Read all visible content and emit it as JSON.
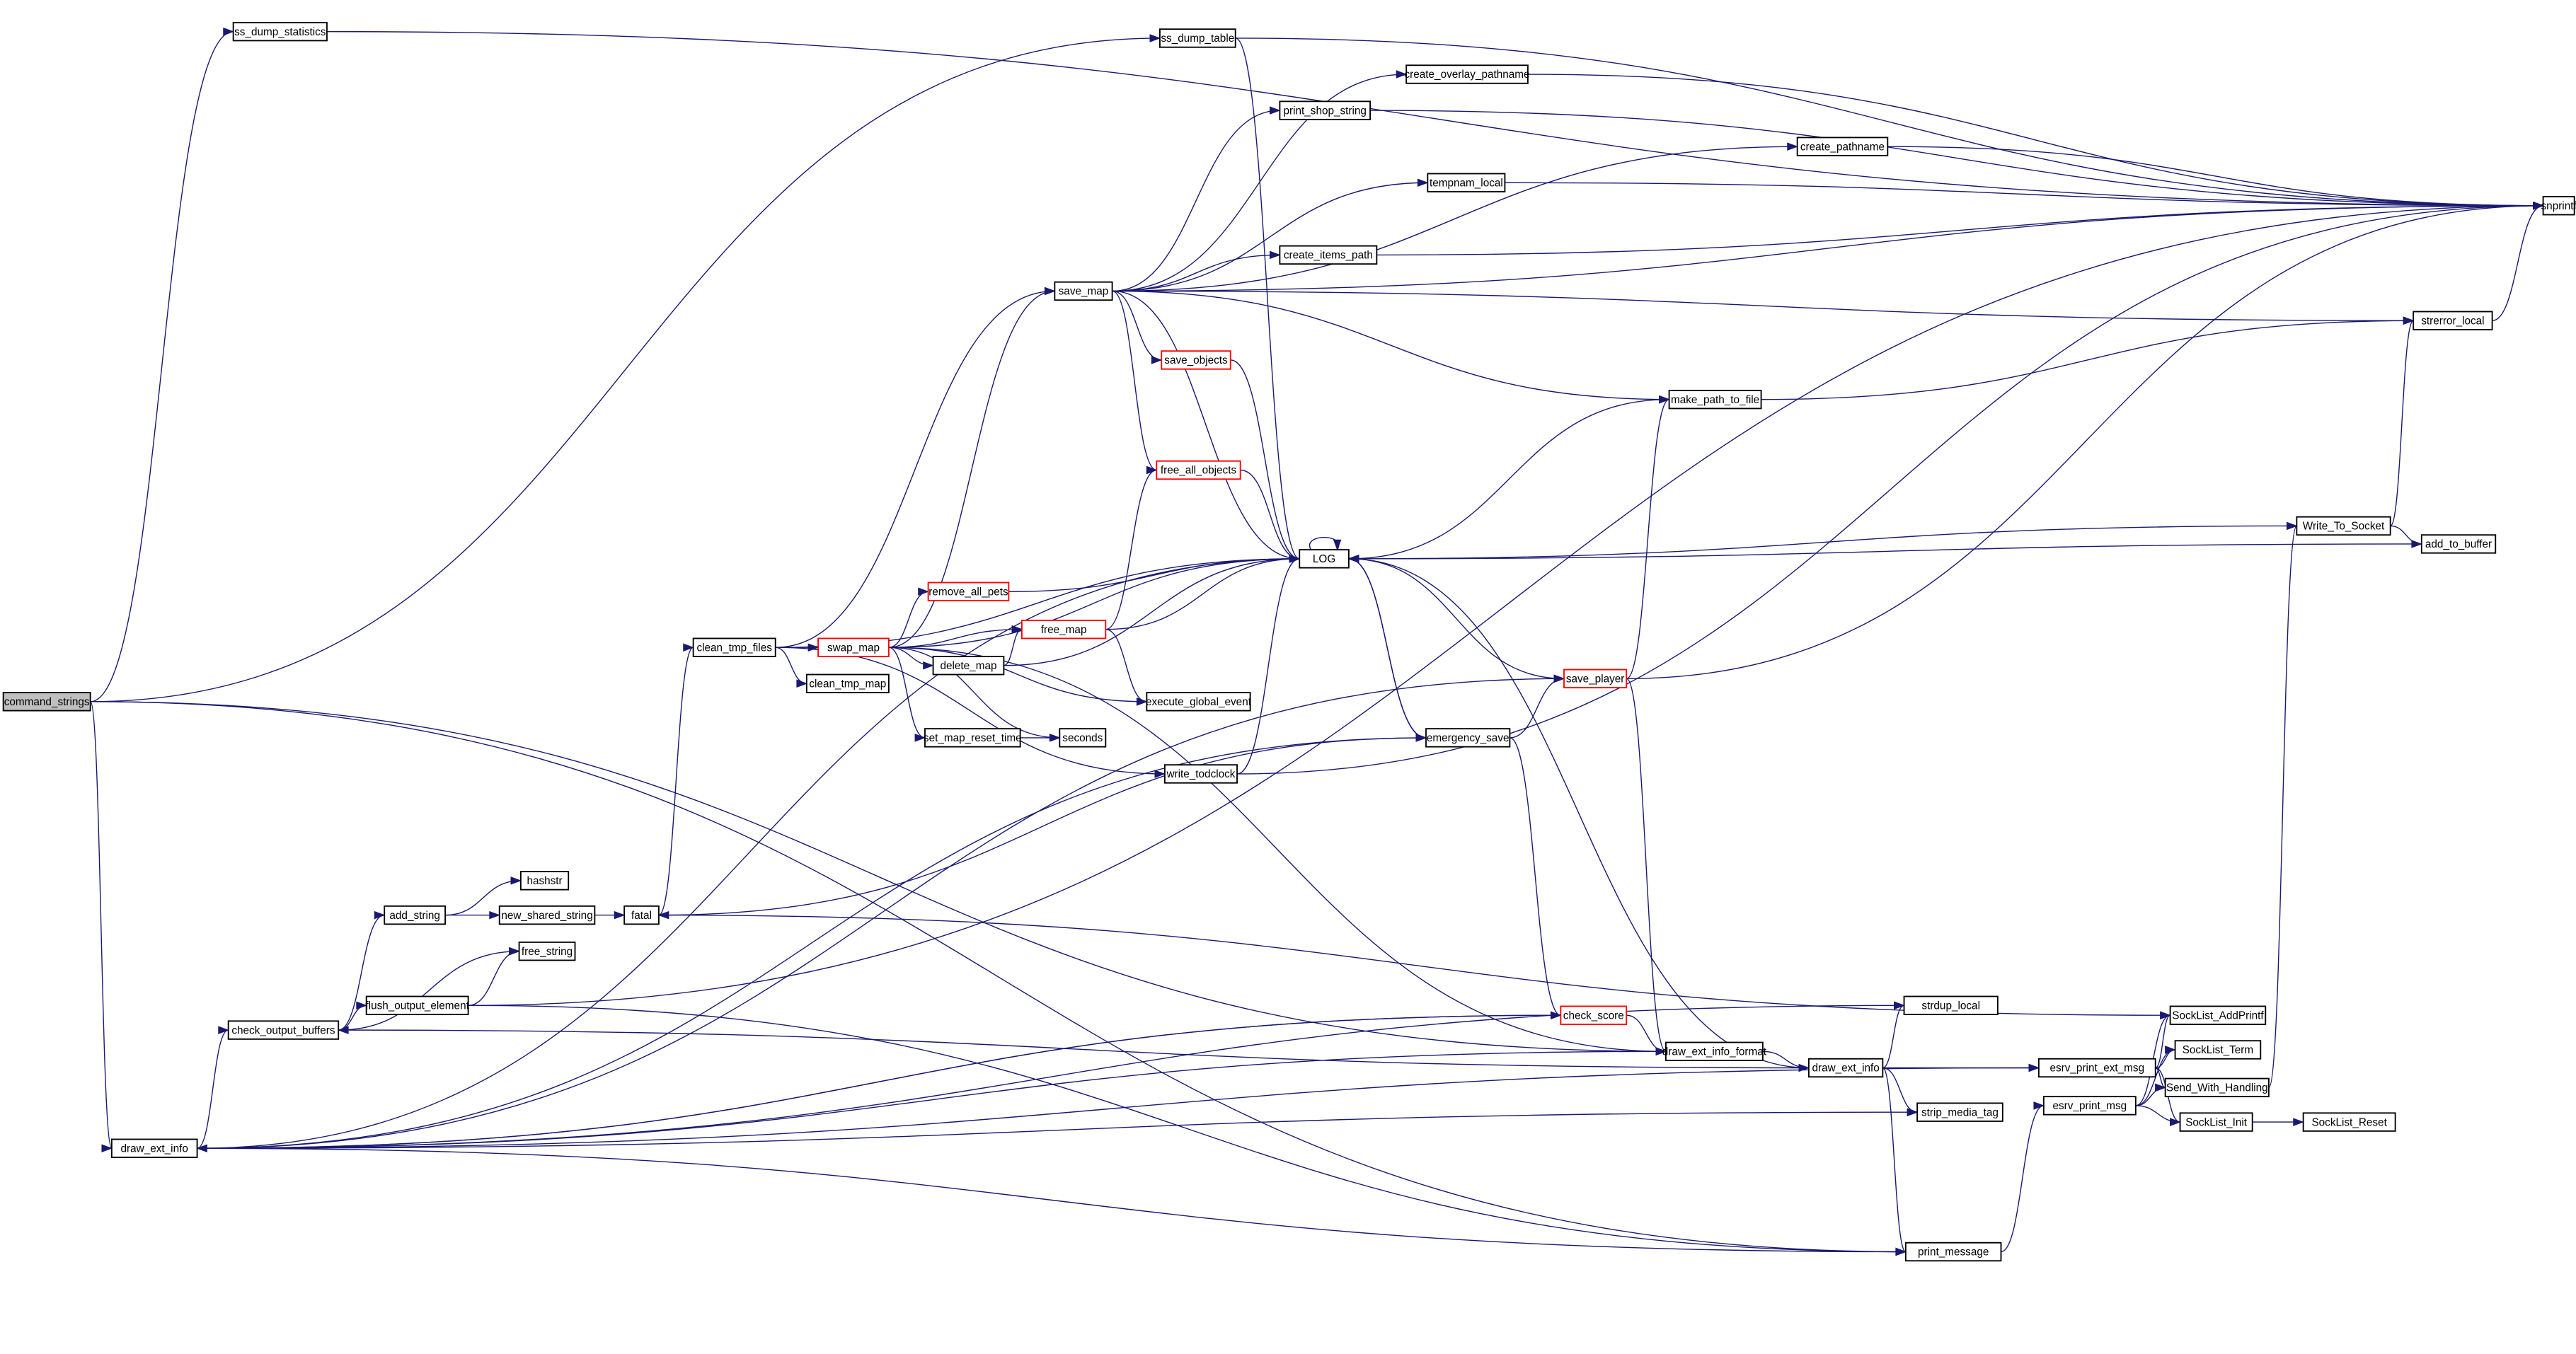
{
  "graph": {
    "title": "command_strings call graph",
    "colors": {
      "edge": "#191970",
      "root_fill": "#bfbfbf",
      "highlight_border": "#ff0000"
    },
    "nodes": [
      {
        "id": "command_strings",
        "label": "command_strings",
        "root": true
      },
      {
        "id": "ss_dump_statistics",
        "label": "ss_dump_statistics"
      },
      {
        "id": "ss_dump_table",
        "label": "ss_dump_table"
      },
      {
        "id": "create_overlay_pathname",
        "label": "create_overlay_pathname"
      },
      {
        "id": "print_shop_string",
        "label": "print_shop_string"
      },
      {
        "id": "create_pathname",
        "label": "create_pathname"
      },
      {
        "id": "tempnam_local",
        "label": "tempnam_local"
      },
      {
        "id": "snprintf",
        "label": "snprintf"
      },
      {
        "id": "create_items_path",
        "label": "create_items_path"
      },
      {
        "id": "save_map",
        "label": "save_map"
      },
      {
        "id": "strerror_local",
        "label": "strerror_local"
      },
      {
        "id": "save_objects",
        "label": "save_objects",
        "truncated": true
      },
      {
        "id": "make_path_to_file",
        "label": "make_path_to_file"
      },
      {
        "id": "free_all_objects",
        "label": "free_all_objects",
        "truncated": true
      },
      {
        "id": "Write_To_Socket",
        "label": "Write_To_Socket"
      },
      {
        "id": "add_to_buffer",
        "label": "add_to_buffer"
      },
      {
        "id": "LOG",
        "label": "LOG"
      },
      {
        "id": "clean_tmp_files",
        "label": "clean_tmp_files"
      },
      {
        "id": "swap_map",
        "label": "swap_map",
        "truncated": true
      },
      {
        "id": "remove_all_pets",
        "label": "remove_all_pets",
        "truncated": true
      },
      {
        "id": "free_map",
        "label": "free_map",
        "truncated": true
      },
      {
        "id": "delete_map",
        "label": "delete_map"
      },
      {
        "id": "clean_tmp_map",
        "label": "clean_tmp_map"
      },
      {
        "id": "save_player",
        "label": "save_player",
        "truncated": true
      },
      {
        "id": "execute_global_event",
        "label": "execute_global_event"
      },
      {
        "id": "set_map_reset_time",
        "label": "set_map_reset_time"
      },
      {
        "id": "seconds",
        "label": "seconds"
      },
      {
        "id": "emergency_save",
        "label": "emergency_save"
      },
      {
        "id": "write_todclock",
        "label": "write_todclock"
      },
      {
        "id": "hashstr",
        "label": "hashstr"
      },
      {
        "id": "add_string",
        "label": "add_string"
      },
      {
        "id": "new_shared_string",
        "label": "new_shared_string"
      },
      {
        "id": "fatal",
        "label": "fatal"
      },
      {
        "id": "free_string",
        "label": "free_string"
      },
      {
        "id": "flush_output_element",
        "label": "flush_output_element"
      },
      {
        "id": "check_output_buffers",
        "label": "check_output_buffers"
      },
      {
        "id": "check_score",
        "label": "check_score",
        "truncated": true
      },
      {
        "id": "strdup_local",
        "label": "strdup_local"
      },
      {
        "id": "draw_ext_info_format",
        "label": "draw_ext_info_format"
      },
      {
        "id": "draw_ext_info_r",
        "label": "draw_ext_info"
      },
      {
        "id": "esrv_print_ext_msg",
        "label": "esrv_print_ext_msg"
      },
      {
        "id": "SockList_AddPrintf",
        "label": "SockList_AddPrintf"
      },
      {
        "id": "SockList_Term",
        "label": "SockList_Term"
      },
      {
        "id": "Send_With_Handling",
        "label": "Send_With_Handling"
      },
      {
        "id": "SockList_Init",
        "label": "SockList_Init"
      },
      {
        "id": "SockList_Reset",
        "label": "SockList_Reset"
      },
      {
        "id": "esrv_print_msg",
        "label": "esrv_print_msg"
      },
      {
        "id": "strip_media_tag",
        "label": "strip_media_tag"
      },
      {
        "id": "print_message",
        "label": "print_message"
      },
      {
        "id": "draw_ext_info_l",
        "label": "draw_ext_info"
      }
    ],
    "edges": [
      [
        "command_strings",
        "ss_dump_statistics"
      ],
      [
        "command_strings",
        "ss_dump_table"
      ],
      [
        "command_strings",
        "draw_ext_info_l"
      ],
      [
        "command_strings",
        "print_message"
      ],
      [
        "command_strings",
        "draw_ext_info_format"
      ],
      [
        "ss_dump_statistics",
        "snprintf"
      ],
      [
        "ss_dump_table",
        "snprintf"
      ],
      [
        "ss_dump_table",
        "LOG"
      ],
      [
        "save_map",
        "create_overlay_pathname"
      ],
      [
        "save_map",
        "print_shop_string"
      ],
      [
        "save_map",
        "create_pathname"
      ],
      [
        "save_map",
        "tempnam_local"
      ],
      [
        "save_map",
        "snprintf"
      ],
      [
        "save_map",
        "create_items_path"
      ],
      [
        "save_map",
        "strerror_local"
      ],
      [
        "save_map",
        "save_objects"
      ],
      [
        "save_map",
        "make_path_to_file"
      ],
      [
        "save_map",
        "free_all_objects"
      ],
      [
        "save_map",
        "LOG"
      ],
      [
        "create_overlay_pathname",
        "snprintf"
      ],
      [
        "print_shop_string",
        "snprintf"
      ],
      [
        "create_pathname",
        "snprintf"
      ],
      [
        "tempnam_local",
        "snprintf"
      ],
      [
        "create_items_path",
        "snprintf"
      ],
      [
        "strerror_local",
        "snprintf"
      ],
      [
        "save_objects",
        "LOG"
      ],
      [
        "free_all_objects",
        "LOG"
      ],
      [
        "make_path_to_file",
        "LOG"
      ],
      [
        "make_path_to_file",
        "strerror_local"
      ],
      [
        "Write_To_Socket",
        "LOG"
      ],
      [
        "Write_To_Socket",
        "strerror_local"
      ],
      [
        "Write_To_Socket",
        "add_to_buffer"
      ],
      [
        "add_to_buffer",
        "LOG"
      ],
      [
        "LOG",
        "LOG"
      ],
      [
        "LOG",
        "emergency_save"
      ],
      [
        "emergency_save",
        "LOG"
      ],
      [
        "clean_tmp_files",
        "save_map"
      ],
      [
        "clean_tmp_files",
        "LOG"
      ],
      [
        "clean_tmp_files",
        "swap_map"
      ],
      [
        "clean_tmp_files",
        "clean_tmp_map"
      ],
      [
        "clean_tmp_files",
        "write_todclock"
      ],
      [
        "swap_map",
        "save_map"
      ],
      [
        "swap_map",
        "LOG"
      ],
      [
        "swap_map",
        "remove_all_pets"
      ],
      [
        "swap_map",
        "free_map"
      ],
      [
        "swap_map",
        "delete_map"
      ],
      [
        "swap_map",
        "execute_global_event"
      ],
      [
        "swap_map",
        "set_map_reset_time"
      ],
      [
        "swap_map",
        "seconds"
      ],
      [
        "swap_map",
        "draw_ext_info_format"
      ],
      [
        "remove_all_pets",
        "LOG"
      ],
      [
        "free_map",
        "LOG"
      ],
      [
        "free_map",
        "free_all_objects"
      ],
      [
        "free_map",
        "execute_global_event"
      ],
      [
        "delete_map",
        "free_map"
      ],
      [
        "delete_map",
        "LOG"
      ],
      [
        "set_map_reset_time",
        "seconds"
      ],
      [
        "write_todclock",
        "LOG"
      ],
      [
        "write_todclock",
        "snprintf"
      ],
      [
        "emergency_save",
        "save_player"
      ],
      [
        "emergency_save",
        "check_score"
      ],
      [
        "fatal",
        "emergency_save"
      ],
      [
        "save_player",
        "LOG"
      ],
      [
        "save_player",
        "make_path_to_file"
      ],
      [
        "save_player",
        "snprintf"
      ],
      [
        "save_player",
        "draw_ext_info_format"
      ],
      [
        "draw_ext_info_l",
        "save_player"
      ],
      [
        "fatal",
        "clean_tmp_files"
      ],
      [
        "add_string",
        "hashstr"
      ],
      [
        "add_string",
        "new_shared_string"
      ],
      [
        "new_shared_string",
        "fatal"
      ],
      [
        "check_output_buffers",
        "add_string"
      ],
      [
        "check_output_buffers",
        "free_string"
      ],
      [
        "check_output_buffers",
        "flush_output_element"
      ],
      [
        "flush_output_element",
        "free_string"
      ],
      [
        "flush_output_element",
        "snprintf"
      ],
      [
        "flush_output_element",
        "print_message"
      ],
      [
        "draw_ext_info_l",
        "check_output_buffers"
      ],
      [
        "draw_ext_info_l",
        "LOG"
      ],
      [
        "draw_ext_info_l",
        "emergency_save"
      ],
      [
        "draw_ext_info_l",
        "check_score"
      ],
      [
        "draw_ext_info_l",
        "strdup_local"
      ],
      [
        "draw_ext_info_l",
        "esrv_print_ext_msg"
      ],
      [
        "draw_ext_info_l",
        "strip_media_tag"
      ],
      [
        "draw_ext_info_l",
        "print_message"
      ],
      [
        "draw_ext_info_l",
        "draw_ext_info_format"
      ],
      [
        "check_score",
        "draw_ext_info_format"
      ],
      [
        "check_score",
        "draw_ext_info_l"
      ],
      [
        "draw_ext_info_format",
        "draw_ext_info_r"
      ],
      [
        "draw_ext_info_r",
        "LOG"
      ],
      [
        "draw_ext_info_r",
        "strdup_local"
      ],
      [
        "draw_ext_info_r",
        "esrv_print_ext_msg"
      ],
      [
        "draw_ext_info_r",
        "strip_media_tag"
      ],
      [
        "draw_ext_info_r",
        "print_message"
      ],
      [
        "draw_ext_info_r",
        "check_output_buffers"
      ],
      [
        "SockList_AddPrintf",
        "fatal"
      ],
      [
        "esrv_print_ext_msg",
        "SockList_AddPrintf"
      ],
      [
        "esrv_print_ext_msg",
        "SockList_Term"
      ],
      [
        "esrv_print_ext_msg",
        "Send_With_Handling"
      ],
      [
        "esrv_print_ext_msg",
        "SockList_Init"
      ],
      [
        "esrv_print_msg",
        "SockList_AddPrintf"
      ],
      [
        "esrv_print_msg",
        "SockList_Term"
      ],
      [
        "esrv_print_msg",
        "Send_With_Handling"
      ],
      [
        "esrv_print_msg",
        "SockList_Init"
      ],
      [
        "SockList_Init",
        "SockList_Reset"
      ],
      [
        "Send_With_Handling",
        "Write_To_Socket"
      ],
      [
        "print_message",
        "esrv_print_msg"
      ]
    ]
  }
}
